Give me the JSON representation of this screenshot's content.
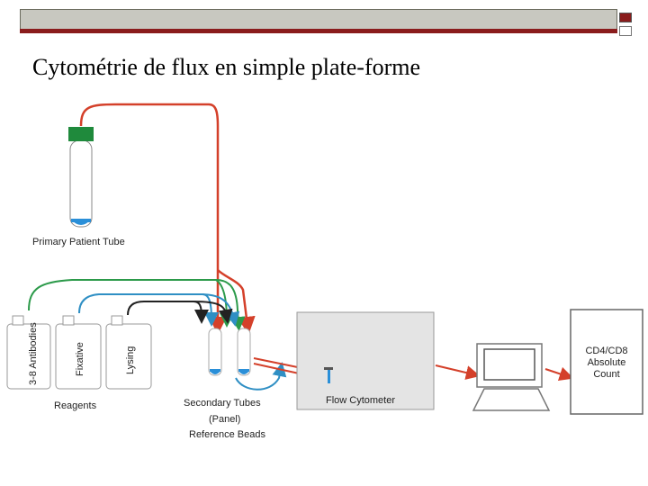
{
  "slide": {
    "title": "Cytométrie de flux en simple plate-forme"
  },
  "diagram": {
    "primary_tube_label": "Primary Patient Tube",
    "reagents_label": "Reagents",
    "bottle_labels": [
      "3-8 Antibodies",
      "Fixative",
      "Lysing"
    ],
    "secondary_tubes_label": "Secondary Tubes",
    "panel_label": "(Panel)",
    "reference_beads_label": "Reference Beads",
    "flow_cytometer_label": "Flow Cytometer",
    "result_box_label_lines": [
      "CD4/CD8",
      "Absolute",
      "Count"
    ]
  },
  "colors": {
    "red_arrow": "#d4402a",
    "green_arrow": "#2c9a4a",
    "blue_arrow": "#2f8fc4",
    "black_arrow": "#222222",
    "tube_cap_green": "#1f8a3c",
    "liquid_blue": "#2a8fd8",
    "cytometer_fill": "#e4e4e4",
    "slide_accent_red": "#8a1c1c"
  }
}
